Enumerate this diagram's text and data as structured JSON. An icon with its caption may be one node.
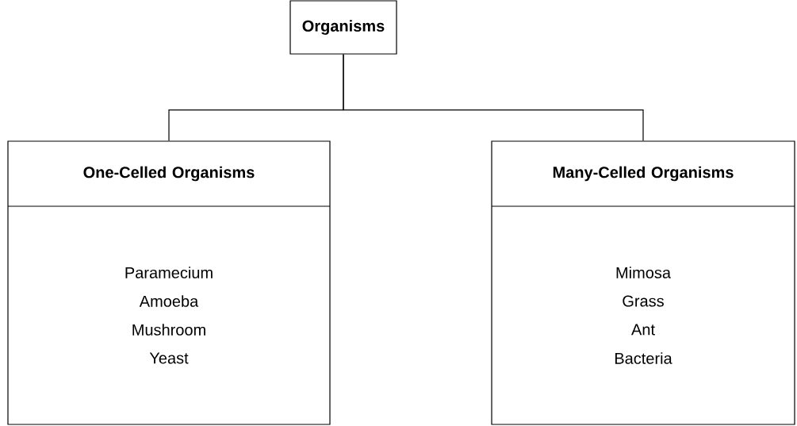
{
  "diagram": {
    "nodes": [
      {
        "text": [
          "Organisms"
        ]
      },
      {
        "text": [
          "One-Celled Organisms",
          "Paramecium",
          "Amoeba",
          "Mushroom",
          "Yeast"
        ]
      },
      {
        "text": [
          "Many-Celled Organisms",
          "Mimosa",
          "Grass",
          "Ant",
          "Bacteria"
        ]
      }
    ],
    "edges": [
      {
        "from": 0,
        "to": 1,
        "arrow": "none"
      },
      {
        "from": 0,
        "to": 2,
        "arrow": "none"
      }
    ]
  }
}
